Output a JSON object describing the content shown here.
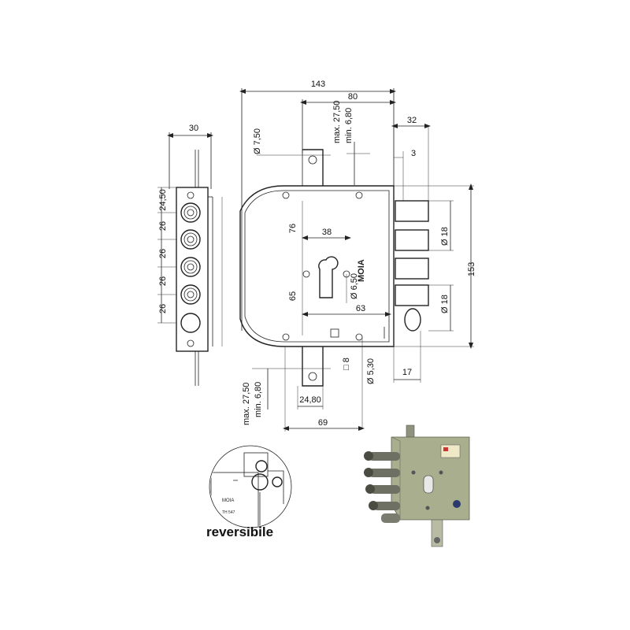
{
  "dimensions": {
    "top_143": "143",
    "top_80": "80",
    "max_27_50_top": "max. 27,50",
    "min_6_80_top": "min. 6,80",
    "dia_7_50": "Ø 7,50",
    "d32": "32",
    "d3": "3",
    "d30": "30",
    "d24_50": "24,50",
    "d26_a": "26",
    "d26_b": "26",
    "d26_c": "26",
    "d26_d": "26",
    "d76": "76",
    "d38": "38",
    "d65": "65",
    "dia_6_50": "Ø 6,50",
    "d63": "63",
    "dia_18_a": "Ø 18",
    "dia_18_b": "Ø 18",
    "d153": "153",
    "sq_8": "□ 8",
    "dia_5_30": "Ø 5,30",
    "d17": "17",
    "max_27_50_bot": "max. 27,50",
    "min_6_80_bot": "min. 6,80",
    "d24_80": "24,80",
    "d69": "69"
  },
  "brand_mark": "MOIA",
  "detail_brand": "MOIA",
  "detail_code": "TH 547",
  "caption": "reversibile",
  "colors": {
    "line": "#222222",
    "photo_body": "#a9ae8f",
    "bolts": "#6e7064"
  }
}
